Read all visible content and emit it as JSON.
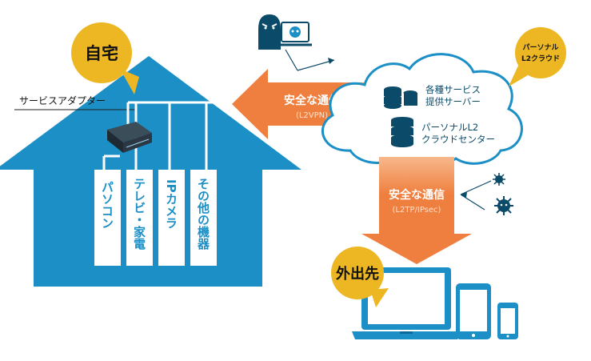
{
  "home": {
    "bubble_label": "自宅",
    "adapter_label": "サービスアダプター",
    "devices": [
      "パソコン",
      "テレビ・家電",
      "IPカメラ",
      "その他の機器"
    ]
  },
  "arrow_to_home": {
    "title": "安全な通信",
    "protocol": "(L2VPN)"
  },
  "cloud": {
    "badge_line1": "パーソナル",
    "badge_line2": "L2クラウド",
    "server1_line1": "各種サービス",
    "server1_line2": "提供サーバー",
    "server2_line1": "パーソナルL2",
    "server2_line2": "クラウドセンター"
  },
  "arrow_to_outside": {
    "title": "安全な通信",
    "protocol": "(L2TP/IPsec)"
  },
  "outside": {
    "bubble_label": "外出先"
  },
  "colors": {
    "house": "#1b8fc6",
    "arrow": "#ef7f3e",
    "bubble": "#ecb722",
    "device_fill": "#ffffff",
    "cloud_stroke": "#1b8fc6",
    "dark": "#0b4a69",
    "device_text": "#1b8fc6",
    "arrow_text": "#ffffff",
    "protocol_text": "#fbe1cf"
  }
}
